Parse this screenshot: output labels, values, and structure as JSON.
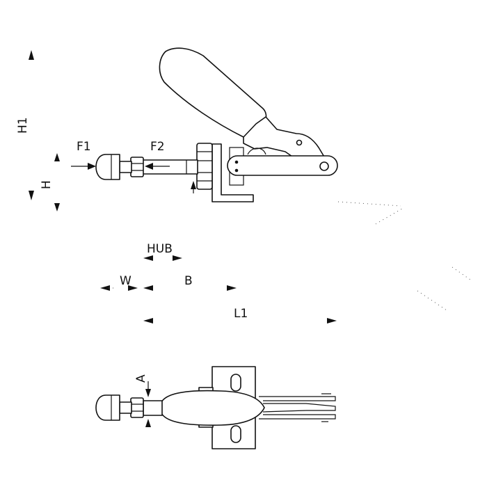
{
  "labels": {
    "h1": "H1",
    "h": "H",
    "f1": "F1",
    "f2": "F2",
    "hub": "HUB",
    "w": "W",
    "b": "B",
    "l1": "L1",
    "a": "A"
  },
  "colors": {
    "line": "#111111",
    "background": "#ffffff"
  }
}
